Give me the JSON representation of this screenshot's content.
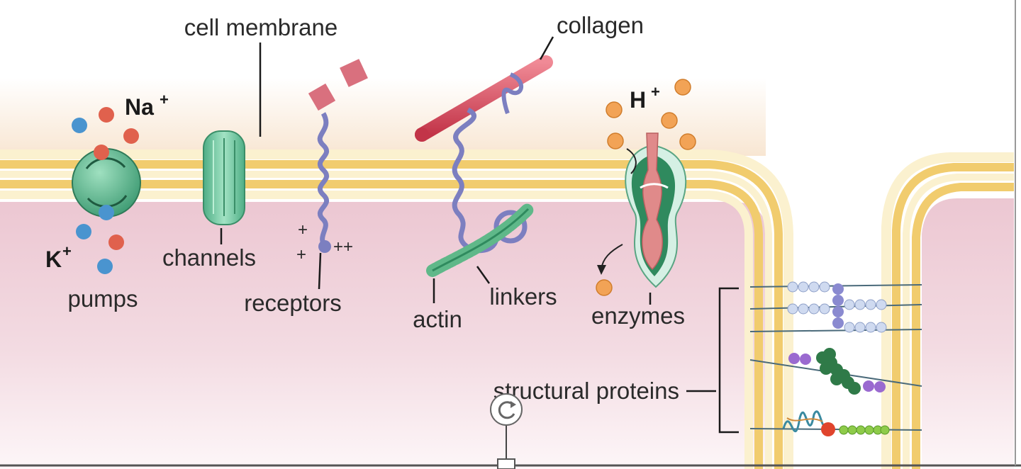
{
  "labels": {
    "cell_membrane": "cell membrane",
    "collagen": "collagen",
    "na": "Na",
    "k": "K",
    "h": "H",
    "plus": "+",
    "pumps": "pumps",
    "channels": "channels",
    "receptors": "receptors",
    "actin": "actin",
    "linkers": "linkers",
    "enzymes": "enzymes",
    "structural_proteins": "structural proteins",
    "charge_single": "+",
    "charge_double": "++"
  },
  "colors": {
    "membrane_outer": "#f3d27a",
    "membrane_inner": "#fbf0cc",
    "cytoplasm": "#f2d4dc",
    "extracellular": "#fbeede",
    "pump_green": "#4fae86",
    "channel_green": "#6fc9a1",
    "receptor_purple": "#7c7fc0",
    "collagen_red": "#d84a5c",
    "actin_green": "#5fb889",
    "enzyme_green": "#2f8a5e",
    "enzyme_core": "#e08a8a",
    "ion_blue": "#4a94cf",
    "ion_red": "#e0614d",
    "ion_orange": "#f2a356"
  },
  "icons": {
    "rotate": "rotate-handle-icon"
  }
}
